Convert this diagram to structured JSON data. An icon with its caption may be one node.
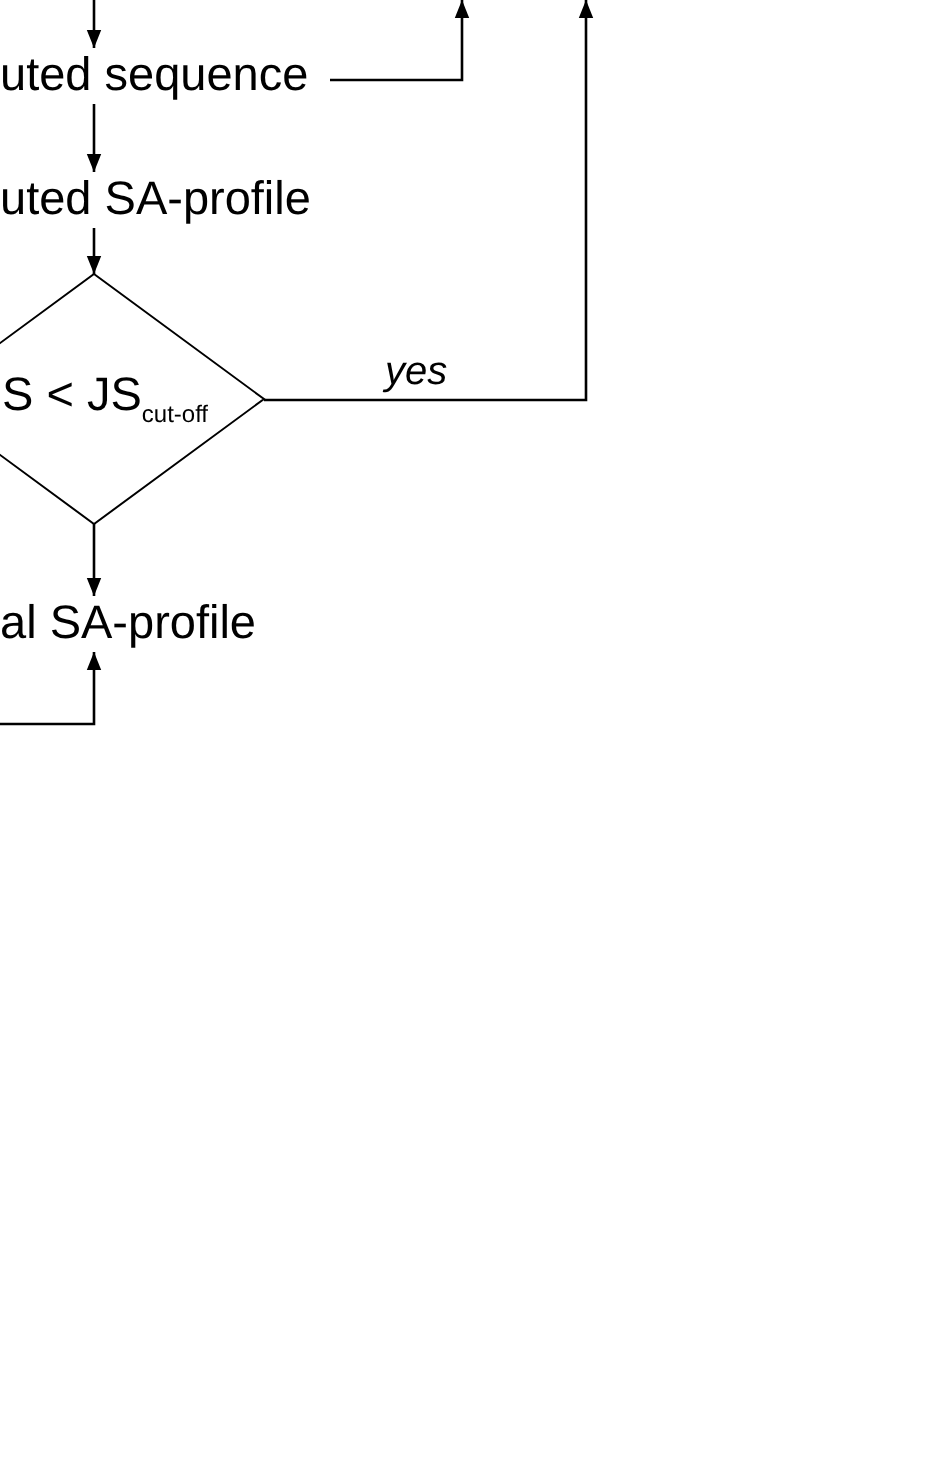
{
  "diagram": {
    "nodes": [
      {
        "text": [
          "uted sequence"
        ]
      },
      {
        "text": [
          "uted SA-profile"
        ]
      },
      {
        "text": [
          "S < JS$_{cut-off}$"
        ]
      },
      {
        "text": [
          "al SA-profile"
        ]
      }
    ],
    "edges": [
      {
        "from": null,
        "to": 0,
        "arrow": "to"
      },
      {
        "from": 0,
        "to": null,
        "arrow": "to"
      },
      {
        "from": 0,
        "to": 1,
        "arrow": "to"
      },
      {
        "from": 1,
        "to": 2,
        "arrow": "to"
      },
      {
        "from": 2,
        "to": null,
        "arrow": "to",
        "label": "yes"
      },
      {
        "from": 2,
        "to": 3,
        "arrow": "to"
      },
      {
        "from": null,
        "to": 3,
        "arrow": "to"
      }
    ]
  }
}
